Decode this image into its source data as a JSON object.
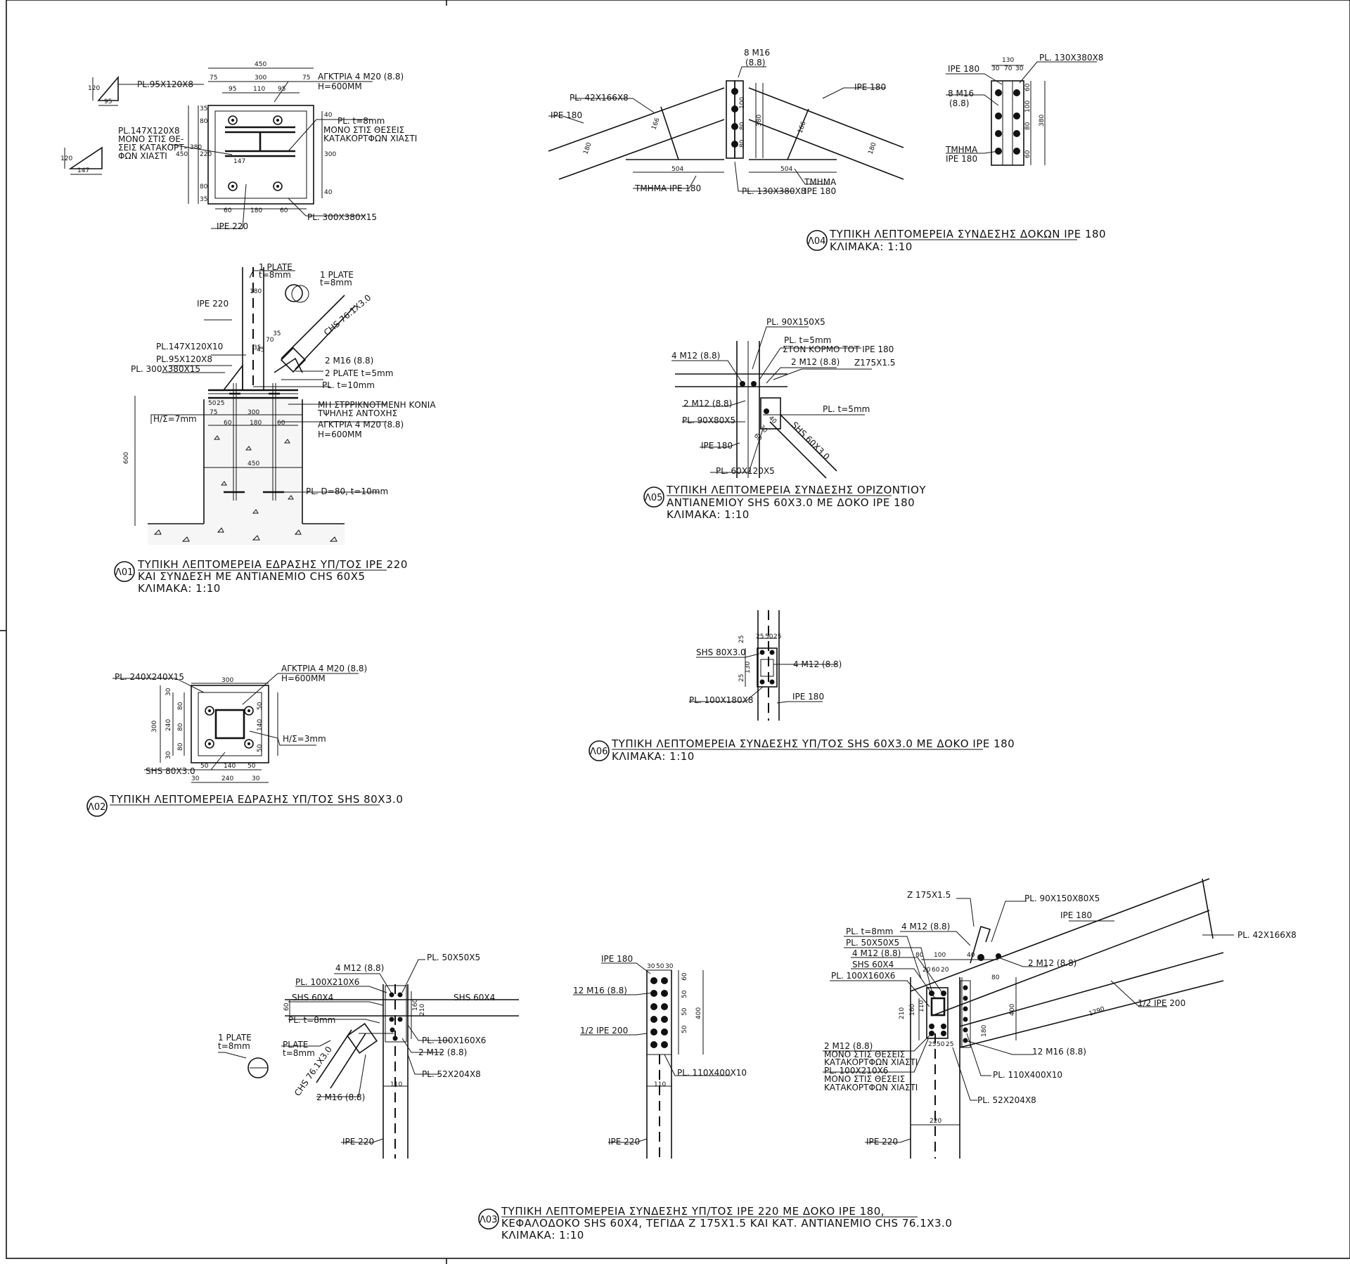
{
  "details": {
    "d01": {
      "tag": "Λ01",
      "title": [
        "ΤΥΠΙΚΗ ΛΕΠΤΟΜΕΡΕΙΑ ΕΔΡΑΣΗΣ ΥΠ/ΤΟΣ IPE 220",
        "ΚΑΙ ΣΥΝΔΕΣΗ ΜΕ ΑΝΤΙΑΝΕΜΙΟ CHS 60Χ5",
        "ΚΛΙΜΑΚΑ: 1:10"
      ],
      "labels": [
        "1 PLATE",
        "t=8mm",
        "1 PLATE",
        "t=8mm",
        "IPE 220",
        "CHS 76.1X3.0",
        "PL.147X120X10",
        "PL.95X120X8",
        "PL. 300X380X15",
        "2 M16 (8.8)",
        "2 PLATE t=5mm",
        "PL. t=10mm",
        "Η/Σ=7mm",
        "ΜΗ ΣΤΡΡΙΚΝΟΤΜΕΝΗ ΚΟΝΙΑ",
        "ΤΨΗΛΗΣ ΑΝΤΟΧΗΣ",
        "ΑΓΚΤΡΙΑ 4 M20 (8.8)",
        "Η=600ΜΜ",
        "PL. D=80, t=10mm"
      ],
      "dims": [
        "180",
        "600",
        "50",
        "25",
        "75",
        "300",
        "60",
        "180",
        "60",
        "450",
        "35",
        "45",
        "70",
        "35"
      ]
    },
    "plan01": {
      "labels": [
        "PL.95X120X8",
        "ΑΓΚΤΡΙΑ 4 M20 (8.8)",
        "Η=600ΜΜ",
        "PL. t=8mm",
        "ΜΟΝΟ ΣΤΙΣ ΘΕΣΕΙΣ",
        "ΚΑΤΑΚΟΡΤΦΩΝ ΧΙΑΣΤΙ",
        "PL.147X120X8",
        "ΜΟΝΟ ΣΤΙΣ ΘΕ-",
        "ΣΕΙΣ ΚΑΤΑΚΟΡΤ-",
        "ΦΩΝ ΧΙΑΣΤΙ",
        "IPE 220",
        "PL. 300X380X15"
      ],
      "dims": [
        "450",
        "75",
        "300",
        "75",
        "95",
        "110",
        "95",
        "120",
        "95",
        "120",
        "147",
        "35",
        "80",
        "380",
        "220",
        "80",
        "35",
        "450",
        "40",
        "300",
        "40",
        "147",
        "60",
        "180",
        "60"
      ]
    },
    "d02": {
      "tag": "Λ02",
      "title": [
        "ΤΥΠΙΚΗ ΛΕΠΤΟΜΕΡΕΙΑ ΕΔΡΑΣΗΣ ΥΠ/ΤΟΣ SHS 80X3.0"
      ],
      "labels": [
        "PL. 240X240X15",
        "ΑΓΚΤΡΙΑ 4 M20 (8.8)",
        "Η=600ΜΜ",
        "Η/Σ=3mm",
        "SHS 80X3.0"
      ],
      "dims": [
        "300",
        "300",
        "30",
        "80",
        "80",
        "80",
        "30",
        "240",
        "50",
        "140",
        "50",
        "50",
        "140",
        "50",
        "30",
        "240",
        "30"
      ]
    },
    "d03": {
      "tag": "Λ03",
      "title": [
        "ΤΥΠΙΚΗ ΛΕΠΤΟΜΕΡΕΙΑ ΣΥΝΔΕΣΗΣ ΥΠ/ΤΟΣ IPE 220 ΜΕ ΔΟΚΟ IPE 180,",
        "ΚΕΦΑΛΟΔΟΚΟ SHS 60X4, ΤΕΓΙΔΑ Z 175X1.5 ΚΑΙ ΚΑΤ. ΑΝΤΙΑΝΕΜΙΟ CHS 76.1X3.0",
        "ΚΛΙΜΑΚΑ: 1:10"
      ],
      "left_labels": [
        "4 M12 (8.8)",
        "PL. 50X50X5",
        "PL. 100X210X6",
        "SHS 60X4",
        "SHS 60X4",
        "PL. t=8mm",
        "1 PLATE",
        "t=8mm",
        "PLATE",
        "t=8mm",
        "PL. 100X160X6",
        "2 M12 (8.8)",
        "PL. 52X204X8",
        "CHS 76.1X3.0",
        "2 M16 (8.8)",
        "IPE 220"
      ],
      "left_dims": [
        "60",
        "160",
        "210",
        "110"
      ],
      "mid_labels": [
        "IPE 180",
        "12 M16 (8.8)",
        "1/2 IPE 200",
        "PL. 110X400X10",
        "IPE 220"
      ],
      "mid_dims": [
        "30",
        "50",
        "30",
        "60",
        "50",
        "50",
        "50",
        "400",
        "110"
      ],
      "right_labels": [
        "Z 175X1.5",
        "PL. 90X150X80X5",
        "IPE 180",
        "PL. t=8mm",
        "4 M12 (8.8)",
        "PL. 50X50X5",
        "4 M12 (8.8)",
        "SHS 60X4",
        "PL. 100X160X6",
        "PL. 42X166X8",
        "2 M12 (8.8)",
        "1/2 IPE 200",
        "2 M12 (8.8)",
        "ΜΟΝΟ ΣΤΙΣ ΘΕΣΕΙΣ",
        "ΚΑΤΑΚΟΡΤΦΩΝ ΧΙΑΣΤΙ",
        "PL. 100X210X6",
        "ΜΟΝΟ ΣΤΙΣ ΘΕΣΕΙΣ",
        "ΚΑΤΑΚΟΡΤΦΩΝ ΧΙΑΣΤΙ",
        "12 M16 (8.8)",
        "PL. 110X400X10",
        "PL. 52X204X8",
        "IPE 220"
      ],
      "right_dims": [
        "80",
        "100",
        "40",
        "20",
        "60",
        "20",
        "80",
        "210",
        "160",
        "110",
        "25",
        "50",
        "25",
        "400",
        "180",
        "1290",
        "220"
      ]
    },
    "d04": {
      "tag": "Λ04",
      "title": [
        "ΤΥΠΙΚΗ ΛΕΠΤΟΜΕΡΕΙΑ ΣΥΝΔΕΣΗΣ ΔΟΚΩΝ IPE 180",
        "ΚΛΙΜΑΚΑ: 1:10"
      ],
      "labels": [
        "8 M16",
        "(8.8)",
        "PL. 42X166X8",
        "IPE 180",
        "IPE 180",
        "ΤΜΗΜΑ IPE 180",
        "PL. 130X380X8",
        "ΤΜΗΜΑ",
        "IPE 180"
      ],
      "dims": [
        "166",
        "180",
        "100",
        "80",
        "80",
        "380",
        "166",
        "180",
        "504",
        "504"
      ],
      "plate_labels": [
        "IPE 180",
        "PL. 130X380X8",
        "8 M16",
        "(8.8)",
        "ΤΜΗΜΑ",
        "IPE 180"
      ],
      "plate_dims": [
        "130",
        "30",
        "70",
        "30",
        "60",
        "100",
        "80",
        "60",
        "380"
      ]
    },
    "d05": {
      "tag": "Λ05",
      "title": [
        "ΤΥΠΙΚΗ ΛΕΠΤΟΜΕΡΕΙΑ ΣΥΝΔΕΣΗΣ ΟΡΙΖΟΝΤΙΟΥ",
        "ΑΝΤΙΑΝΕΜΙΟΥ SHS 60X3.0 ΜΕ ΔΟΚΟ IPE 180",
        "ΚΛΙΜΑΚΑ: 1:10"
      ],
      "labels": [
        "PL. 90X150X5",
        "PL. t=5mm",
        "ΣΤΟΝ ΚΟΡΜΟ ΤΟΤ IPE 180",
        "4 M12 (8.8)",
        "2 M12 (8.8)",
        "Z175X1.5",
        "2 M12 (8.8)",
        "PL. t=5mm",
        "PL. 90X80X5",
        "IPE 180",
        "SHS 60X3.0",
        "PL. 60X120X5"
      ],
      "dims": [
        "40",
        "30",
        "60"
      ]
    },
    "d06": {
      "tag": "Λ06",
      "title": [
        "ΤΥΠΙΚΗ ΛΕΠΤΟΜΕΡΕΙΑ ΣΥΝΔΕΣΗΣ ΥΠ/ΤΟΣ SHS 60X3.0 ΜΕ ΔΟΚΟ IPE 180",
        "ΚΛΙΜΑΚΑ: 1:10"
      ],
      "labels": [
        "SHS 80X3.0",
        "4 M12 (8.8)",
        "PL. 100X180X8",
        "IPE 180"
      ],
      "dims": [
        "25",
        "50",
        "25",
        "25",
        "130",
        "25"
      ]
    }
  }
}
